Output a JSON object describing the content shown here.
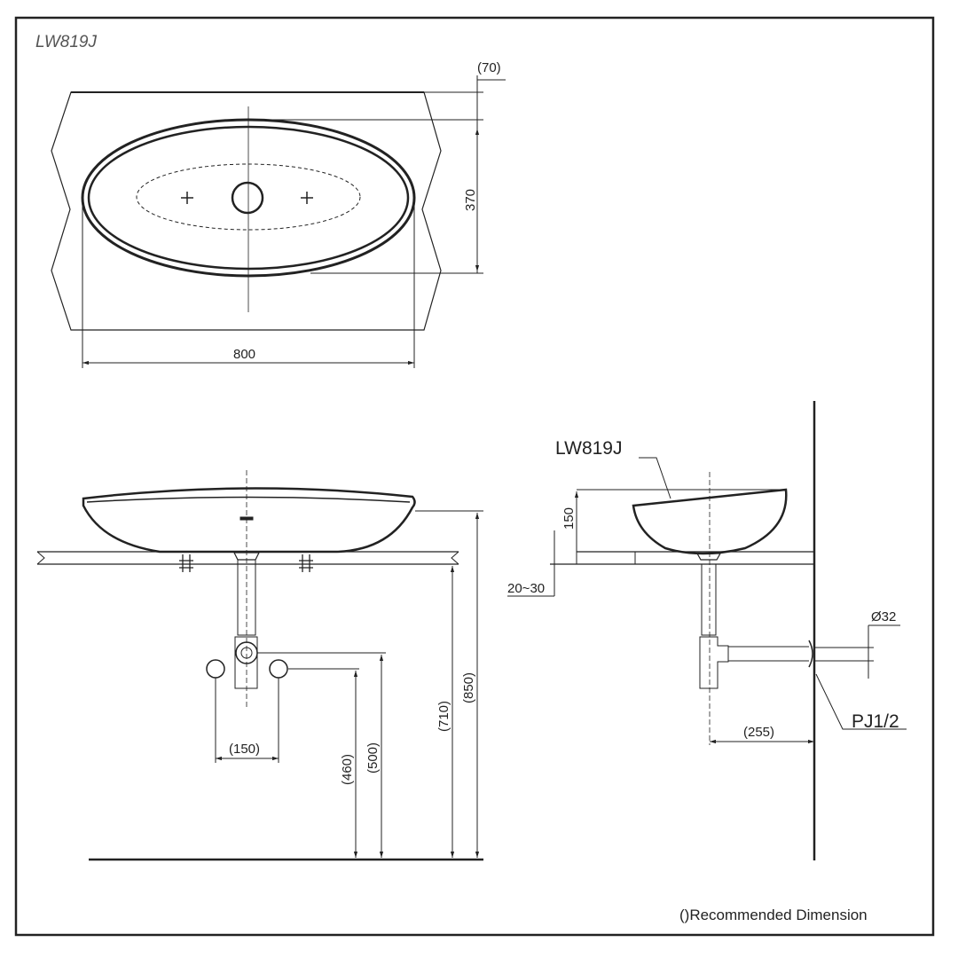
{
  "drawing": {
    "model_title": "LW819J",
    "note": "()Recommended Dimension",
    "top_view": {
      "dimensions": {
        "overflow": "(70)",
        "depth": "370",
        "width": "800"
      }
    },
    "front_view": {
      "dimensions": {
        "supply_spacing": "(150)",
        "supply_height": "(460)",
        "drain_height": "(500)",
        "counter_height": "(710)",
        "rim_height": "(850)"
      }
    },
    "side_view": {
      "callout_model": "LW819J",
      "callout_trap": "PJ1/2",
      "dimensions": {
        "basin_height": "150",
        "counter_thickness": "20~30",
        "pipe_diameter": "Ø32",
        "wall_offset": "(255)"
      }
    }
  },
  "colors": {
    "line": "#222222",
    "title": "#555555",
    "background": "#ffffff"
  }
}
